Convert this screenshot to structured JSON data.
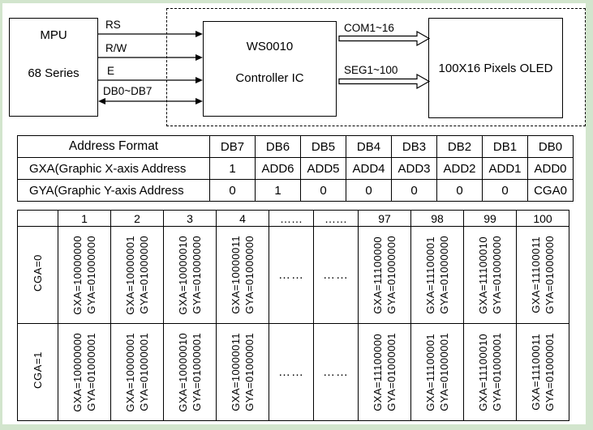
{
  "colors": {
    "frame": "#d2e5cd",
    "ink": "#000000"
  },
  "diagram": {
    "mpu": {
      "title": "MPU",
      "subtitle": "68 Series"
    },
    "controller": {
      "title": "WS0010",
      "subtitle": "Controller IC"
    },
    "oled": {
      "title": "100X16 Pixels OLED"
    },
    "signals": {
      "rs": "RS",
      "rw": "R/W",
      "e": "E",
      "db": "DB0~DB7",
      "com": "COM1~16",
      "seg": "SEG1~100"
    }
  },
  "address_table": {
    "header": [
      "Address Format",
      "DB7",
      "DB6",
      "DB5",
      "DB4",
      "DB3",
      "DB2",
      "DB1",
      "DB0"
    ],
    "rows": [
      {
        "label": "GXA(Graphic X-axis Address",
        "cells": [
          "1",
          "ADD6",
          "ADD5",
          "ADD4",
          "ADD3",
          "ADD2",
          "ADD1",
          "ADD0"
        ]
      },
      {
        "label": "GYA(Graphic Y-axis Address",
        "cells": [
          "0",
          "1",
          "0",
          "0",
          "0",
          "0",
          "0",
          "CGA0"
        ]
      }
    ]
  },
  "mapping_table": {
    "col_headers": [
      "1",
      "2",
      "3",
      "4",
      "……",
      "……",
      "97",
      "98",
      "99",
      "100"
    ],
    "rows": [
      {
        "label": "CGA=0",
        "cells": [
          {
            "gxa": "GXA=10000000",
            "gya": "GYA=01000000"
          },
          {
            "gxa": "GXA=10000001",
            "gya": "GYA=01000000"
          },
          {
            "gxa": "GXA=10000010",
            "gya": "GYA=01000000"
          },
          {
            "gxa": "GXA=10000011",
            "gya": "GYA=01000000"
          },
          {
            "dots": "……"
          },
          {
            "dots": "……"
          },
          {
            "gxa": "GXA=11100000",
            "gya": "GYA=01000000"
          },
          {
            "gxa": "GXA=11100001",
            "gya": "GYA=01000000"
          },
          {
            "gxa": "GXA=11100010",
            "gya": "GYA=01000000"
          },
          {
            "gxa": "GXA=11100011",
            "gya": "GYA=01000000"
          }
        ]
      },
      {
        "label": "CGA=1",
        "cells": [
          {
            "gxa": "GXA=10000000",
            "gya": "GYA=01000001"
          },
          {
            "gxa": "GXA=10000001",
            "gya": "GYA=01000001"
          },
          {
            "gxa": "GXA=10000010",
            "gya": "GYA=01000001"
          },
          {
            "gxa": "GXA=10000011",
            "gya": "GYA=01000001"
          },
          {
            "dots": "……"
          },
          {
            "dots": "……"
          },
          {
            "gxa": "GXA=11100000",
            "gya": "GYA=01000001"
          },
          {
            "gxa": "GXA=11100001",
            "gya": "GYA=01000001"
          },
          {
            "gxa": "GXA=11100010",
            "gya": "GYA=01000001"
          },
          {
            "gxa": "GXA=11100011",
            "gya": "GYA=01000001"
          }
        ]
      }
    ]
  }
}
